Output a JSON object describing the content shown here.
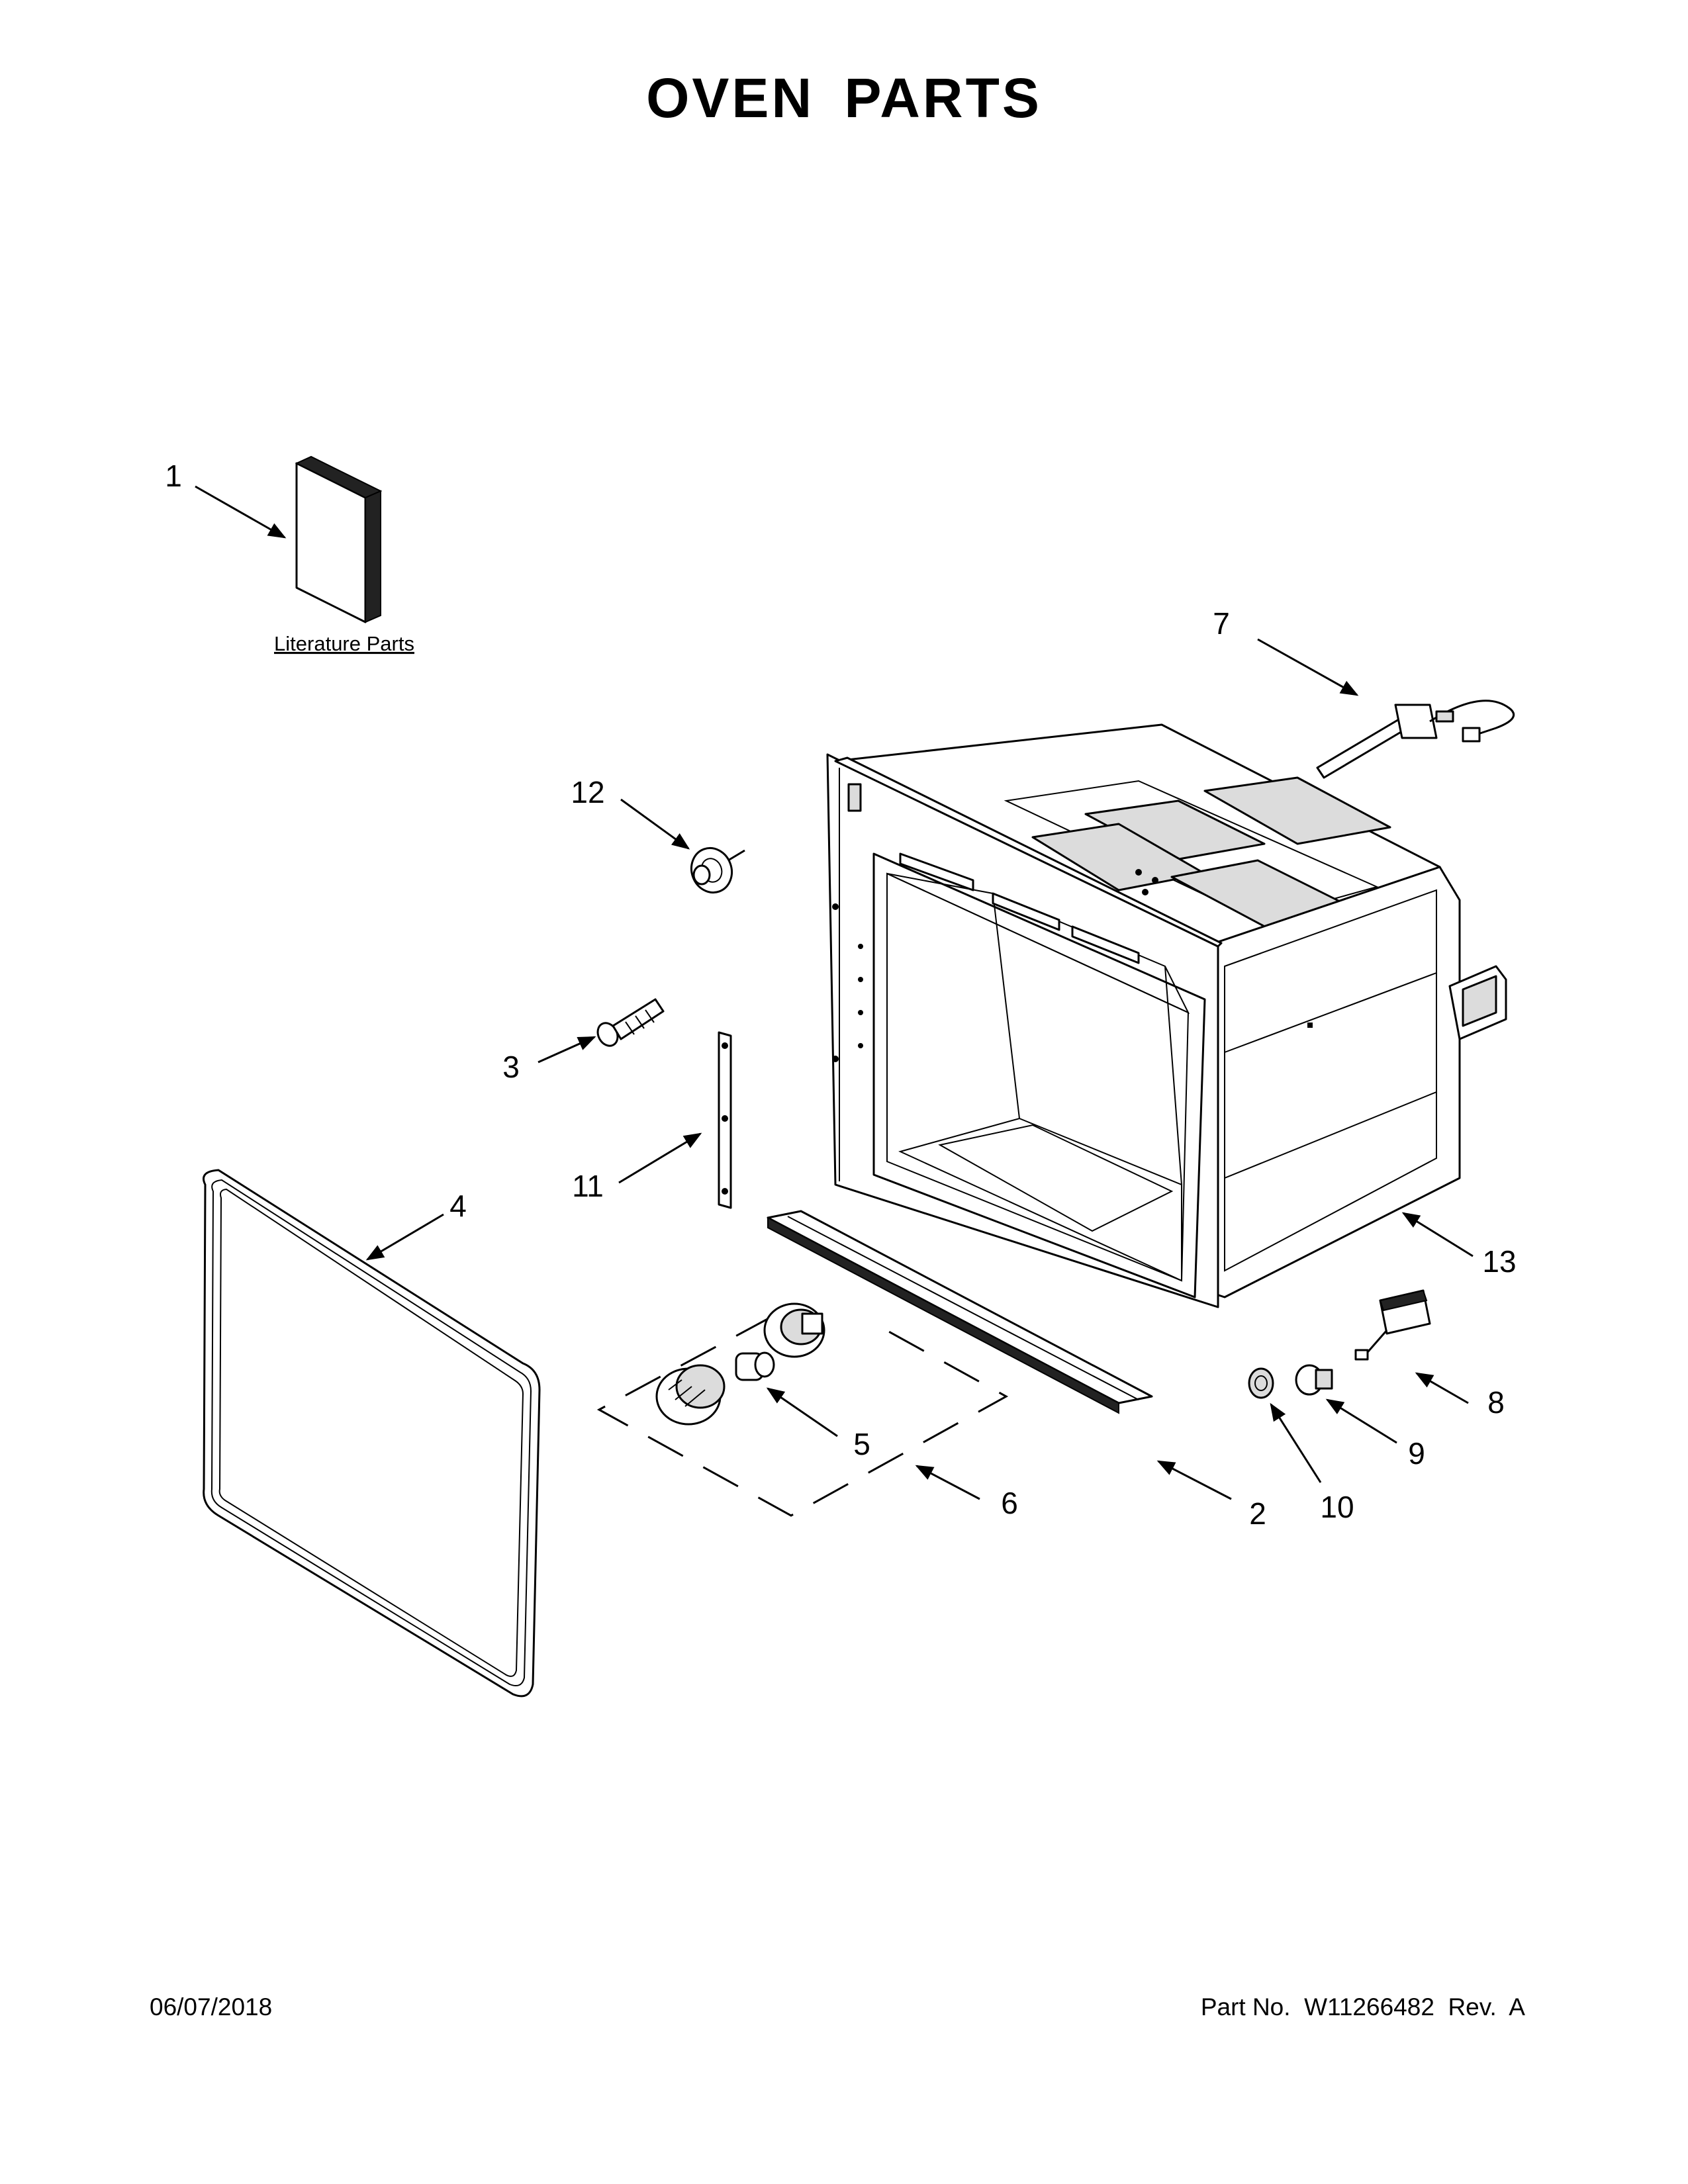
{
  "page_title": "OVEN PARTS",
  "literature_label": "Literature Parts",
  "callouts": {
    "c1": "1",
    "c2": "2",
    "c3": "3",
    "c4": "4",
    "c5": "5",
    "c6": "6",
    "c7": "7",
    "c8": "8",
    "c9": "9",
    "c10": "10",
    "c11": "11",
    "c12": "12",
    "c13": "13"
  },
  "footer": {
    "date": "06/07/2018",
    "part_number": "Part No.  W11266482  Rev.  A"
  }
}
